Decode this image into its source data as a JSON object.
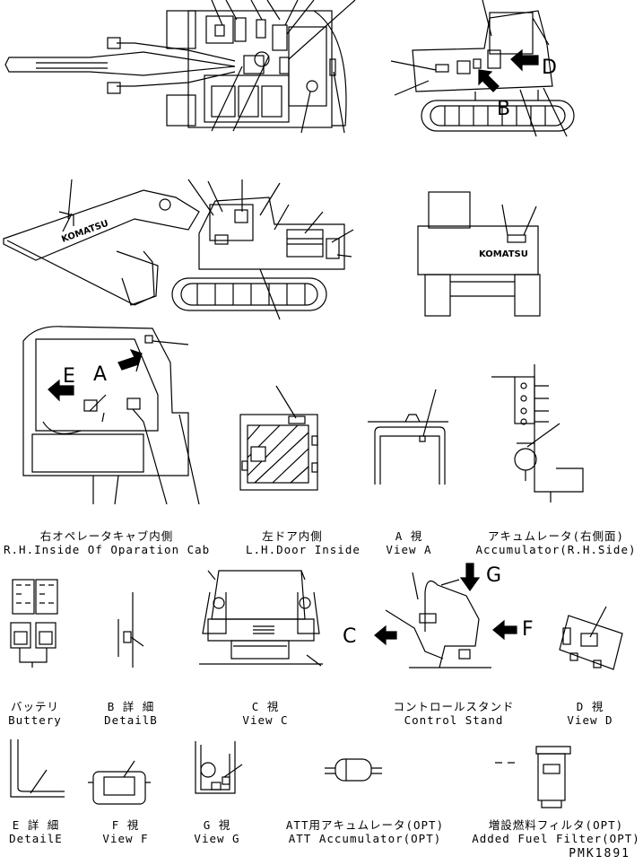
{
  "letters": {
    "a": "A",
    "b": "B",
    "c": "C",
    "d": "D",
    "e": "E",
    "f": "F",
    "g": "G"
  },
  "brand": "KOMATSU",
  "captions": {
    "rh_inside_cab": {
      "jp": "右オペレータキャブ内側",
      "en": "R.H.Inside Of Oparation Cab"
    },
    "lh_door_inside": {
      "jp": "左ドア内側",
      "en": "L.H.Door Inside"
    },
    "view_a": {
      "jp": "A 視",
      "en": "View A"
    },
    "accumulator_rh": {
      "jp": "アキュムレータ(右側面)",
      "en": "Accumulator(R.H.Side)"
    },
    "battery": {
      "jp": "バッテリ",
      "en": "Buttery"
    },
    "detail_b": {
      "jp": "B 詳 細",
      "en": "DetailB"
    },
    "view_c": {
      "jp": "C 視",
      "en": "View C"
    },
    "control_stand": {
      "jp": "コントロールスタンド",
      "en": "Control Stand"
    },
    "view_d": {
      "jp": "D 視",
      "en": "View D"
    },
    "detail_e": {
      "jp": "E 詳 細",
      "en": "DetailE"
    },
    "view_f": {
      "jp": "F 視",
      "en": "View F"
    },
    "view_g": {
      "jp": "G 視",
      "en": "View G"
    },
    "att_accumulator": {
      "jp": "ATT用アキュムレータ(OPT)",
      "en": "ATT Accumulator(OPT)"
    },
    "added_fuel_filter": {
      "jp": "増設燃料フィルタ(OPT)",
      "en": "Added Fuel Filter(OPT)"
    }
  },
  "drawing_code": "PMK1891"
}
